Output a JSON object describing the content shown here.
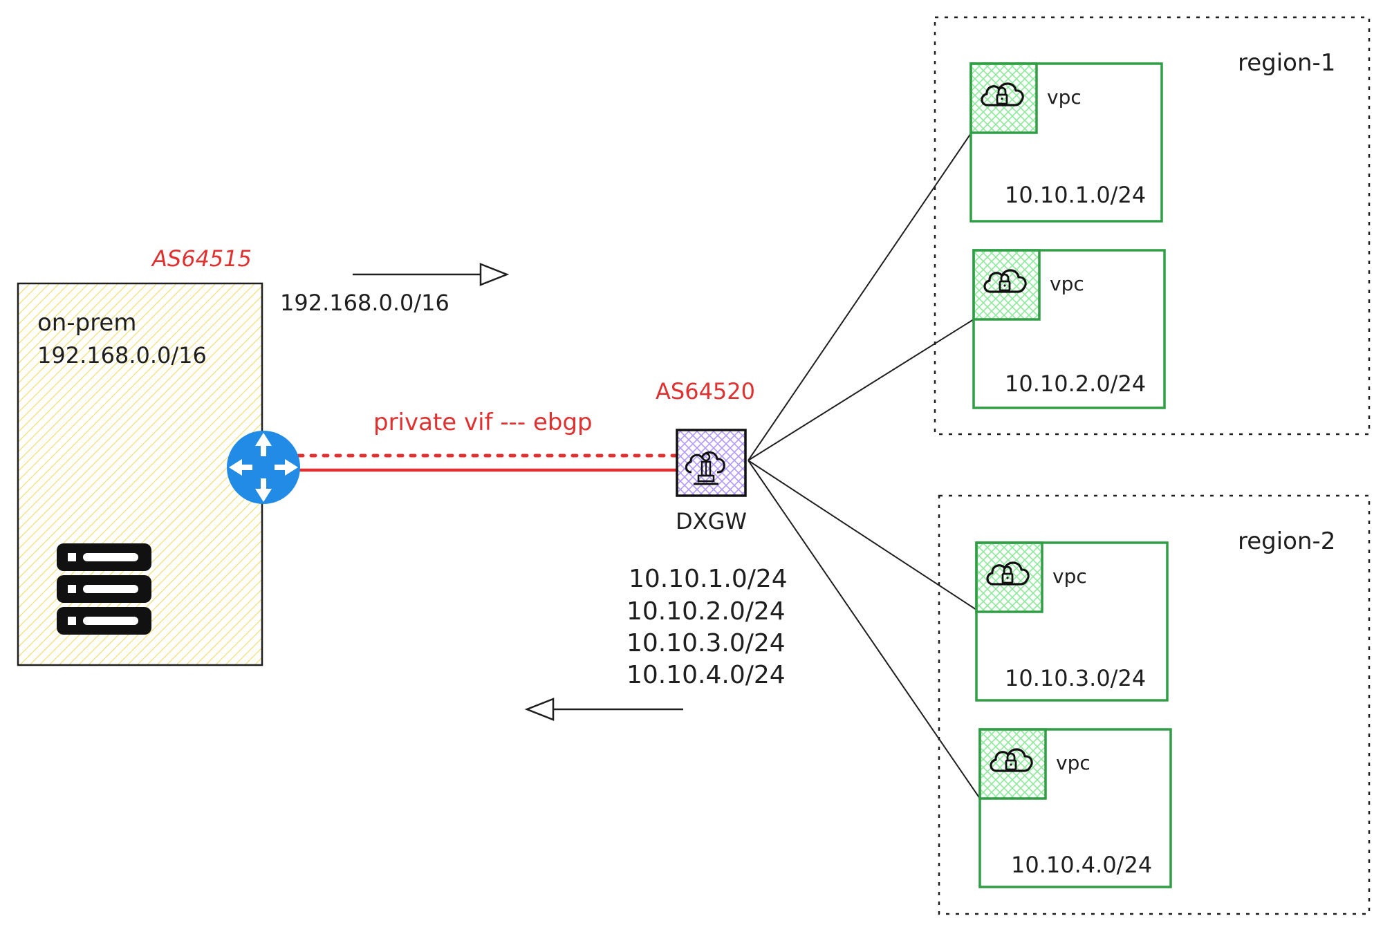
{
  "on_prem": {
    "asn": "AS64515",
    "title": "on-prem",
    "cidr": "192.168.0.0/16"
  },
  "advertise_to_aws": "192.168.0.0/16",
  "link_label": "private vif --- ebgp",
  "dxgw": {
    "asn": "AS64520",
    "label": "DXGW"
  },
  "advertise_to_onprem": [
    "10.10.1.0/24",
    "10.10.2.0/24",
    "10.10.3.0/24",
    "10.10.4.0/24"
  ],
  "regions": [
    {
      "name": "region-1",
      "vpcs": [
        {
          "label": "vpc",
          "cidr": "10.10.1.0/24"
        },
        {
          "label": "vpc",
          "cidr": "10.10.2.0/24"
        }
      ]
    },
    {
      "name": "region-2",
      "vpcs": [
        {
          "label": "vpc",
          "cidr": "10.10.3.0/24"
        },
        {
          "label": "vpc",
          "cidr": "10.10.4.0/24"
        }
      ]
    }
  ],
  "colors": {
    "asn": "#e03131",
    "vpc_border": "#2f9e44",
    "onprem_fill": "#ffec99",
    "router": "#228be6",
    "dxgw_fill": "#d0bfff"
  }
}
